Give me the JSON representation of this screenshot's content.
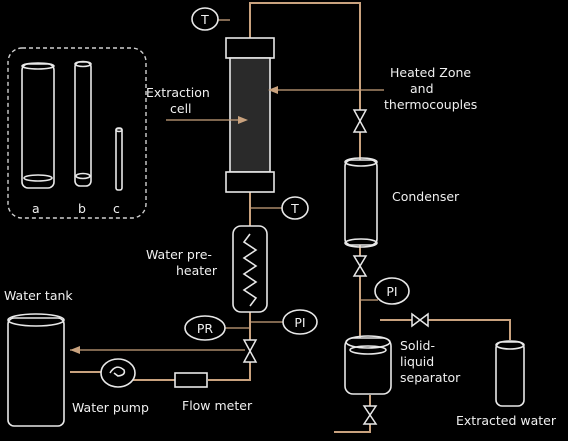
{
  "labels": {
    "extraction_cell": [
      "Extraction",
      "cell"
    ],
    "heated_zone": [
      "Heated Zone",
      "and",
      "thermocouples"
    ],
    "condenser": "Condenser",
    "water_preheater": [
      "Water pre-",
      "heater"
    ],
    "water_tank": "Water tank",
    "water_pump": "Water pump",
    "flow_meter": "Flow meter",
    "separator": [
      "Solid-",
      "liquid",
      "separator"
    ],
    "extracted_water": "Extracted water",
    "cell_a": "a",
    "cell_b": "b",
    "cell_c": "c"
  },
  "gauges": {
    "t_top": "T",
    "t_mid": "T",
    "pr": "PR",
    "pi_left": "PI",
    "pi_right": "PI"
  },
  "colors": {
    "background": "#000000",
    "pipe": "#c9a27e",
    "outline": "#e8e8e8",
    "cell_fill": "#2a2a2a",
    "text": "#f0f0f0"
  }
}
